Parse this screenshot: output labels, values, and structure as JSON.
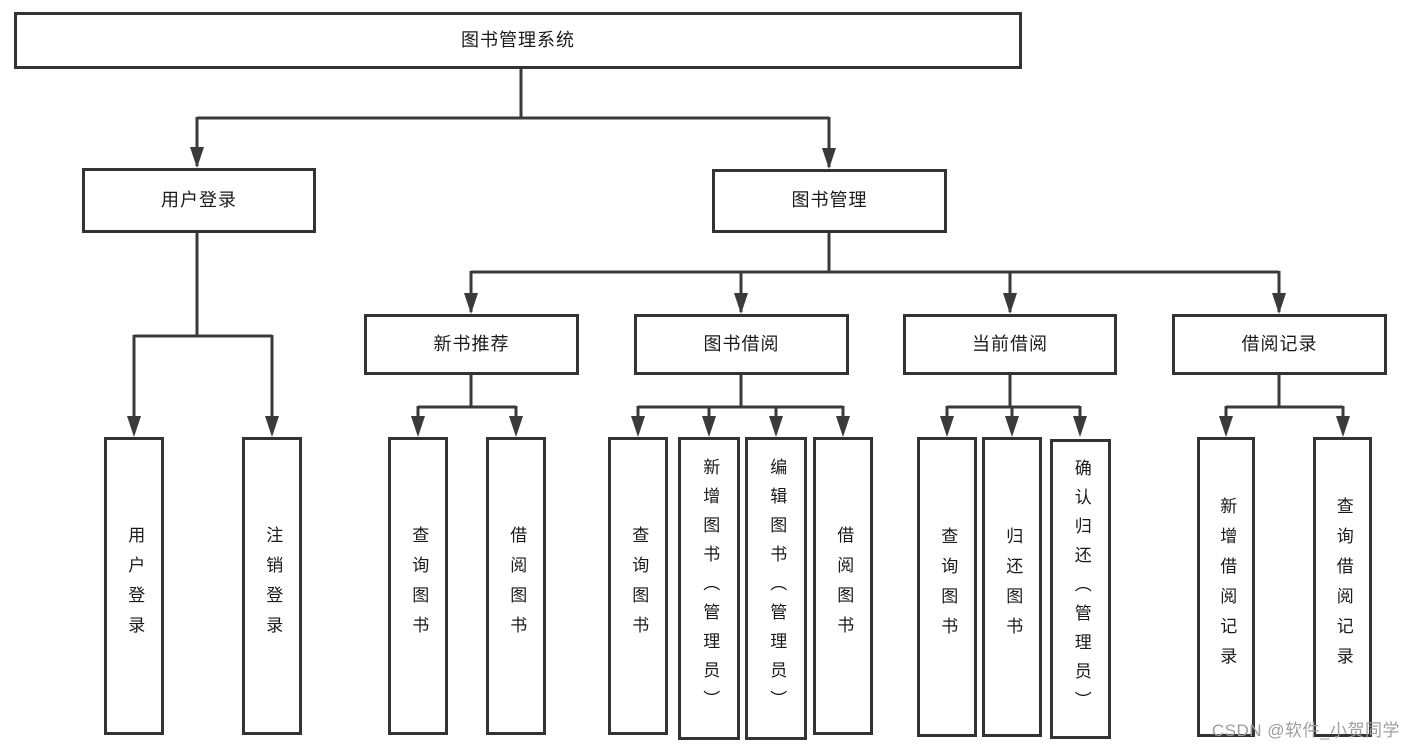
{
  "tree": {
    "label": "图书管理系统",
    "children": [
      {
        "label": "用户登录",
        "children": [
          {
            "label": "用户登录"
          },
          {
            "label": "注销登录"
          }
        ]
      },
      {
        "label": "图书管理",
        "children": [
          {
            "label": "新书推荐",
            "children": [
              {
                "label": "查询图书"
              },
              {
                "label": "借阅图书"
              }
            ]
          },
          {
            "label": "图书借阅",
            "children": [
              {
                "label": "查询图书"
              },
              {
                "label": "新增图书（管理员）"
              },
              {
                "label": "编辑图书（管理员）"
              },
              {
                "label": "借阅图书"
              }
            ]
          },
          {
            "label": "当前借阅",
            "children": [
              {
                "label": "查询图书"
              },
              {
                "label": "归还图书"
              },
              {
                "label": "确认归还（管理员）"
              }
            ]
          },
          {
            "label": "借阅记录",
            "children": [
              {
                "label": "新增借阅记录"
              },
              {
                "label": "查询借阅记录"
              }
            ]
          }
        ]
      }
    ]
  },
  "watermark": {
    "text": "CSDN @软件_小贺同学"
  },
  "colors": {
    "line": "#3a3a3a",
    "box_border": "#333333",
    "text": "#1a1a1a",
    "watermark": "#9e9e9e",
    "background": "#ffffff"
  }
}
